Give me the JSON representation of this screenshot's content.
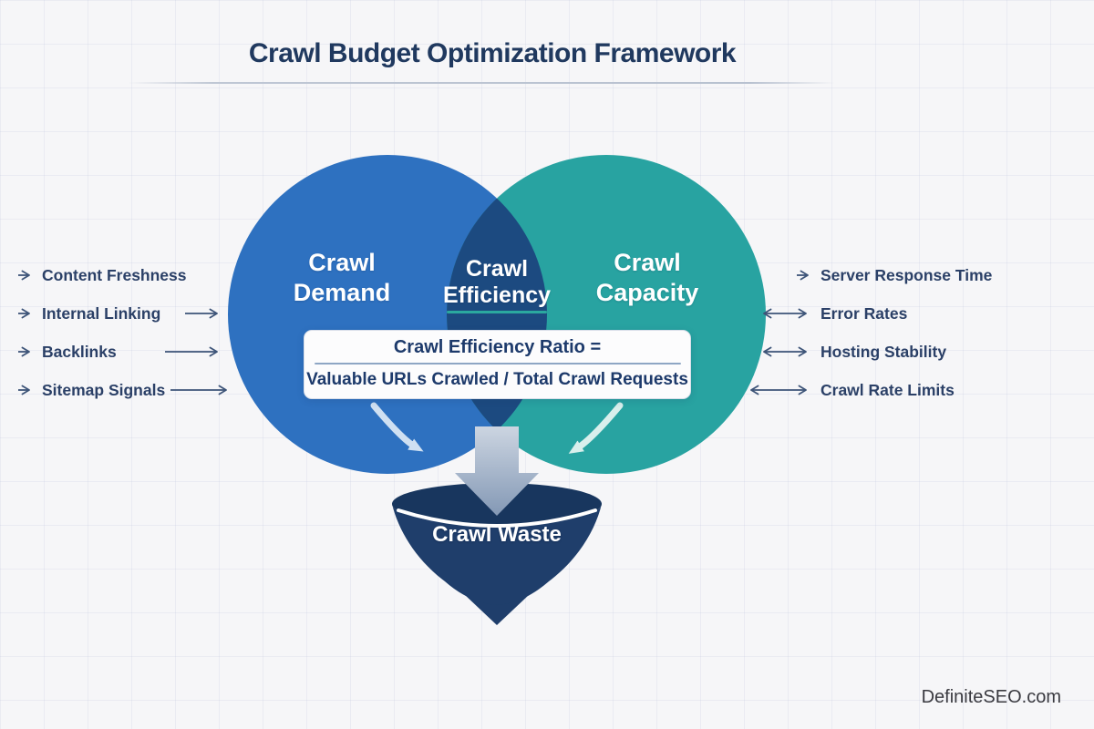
{
  "title": "Crawl Budget Optimization Framework",
  "colors": {
    "demand_blue": "#2e71c0",
    "capacity_teal": "#28a3a1",
    "overlap_navy": "#1c4a80",
    "funnel_navy": "#1f3e6b",
    "funnel_rim_navy": "#18365e",
    "efficiency_underline_teal": "#2ba89f",
    "label_text_navy": "#2b4067",
    "title_navy": "#20395f"
  },
  "venn": {
    "left_label": "Crawl Demand",
    "overlap_label": "Crawl Efficiency",
    "right_label": "Crawl Capacity"
  },
  "formula": {
    "heading": "Crawl Efficiency Ratio =",
    "expression": "Valuable URLs Crawled / Total Crawl Requests"
  },
  "left_factors": [
    "Content Freshness",
    "Internal Linking",
    "Backlinks",
    "Sitemap Signals"
  ],
  "right_factors": [
    "Server Response Time",
    "Error Rates",
    "Hosting Stability",
    "Crawl Rate Limits"
  ],
  "funnel": {
    "label": "Crawl Waste"
  },
  "watermark": "DefiniteSEO.com"
}
